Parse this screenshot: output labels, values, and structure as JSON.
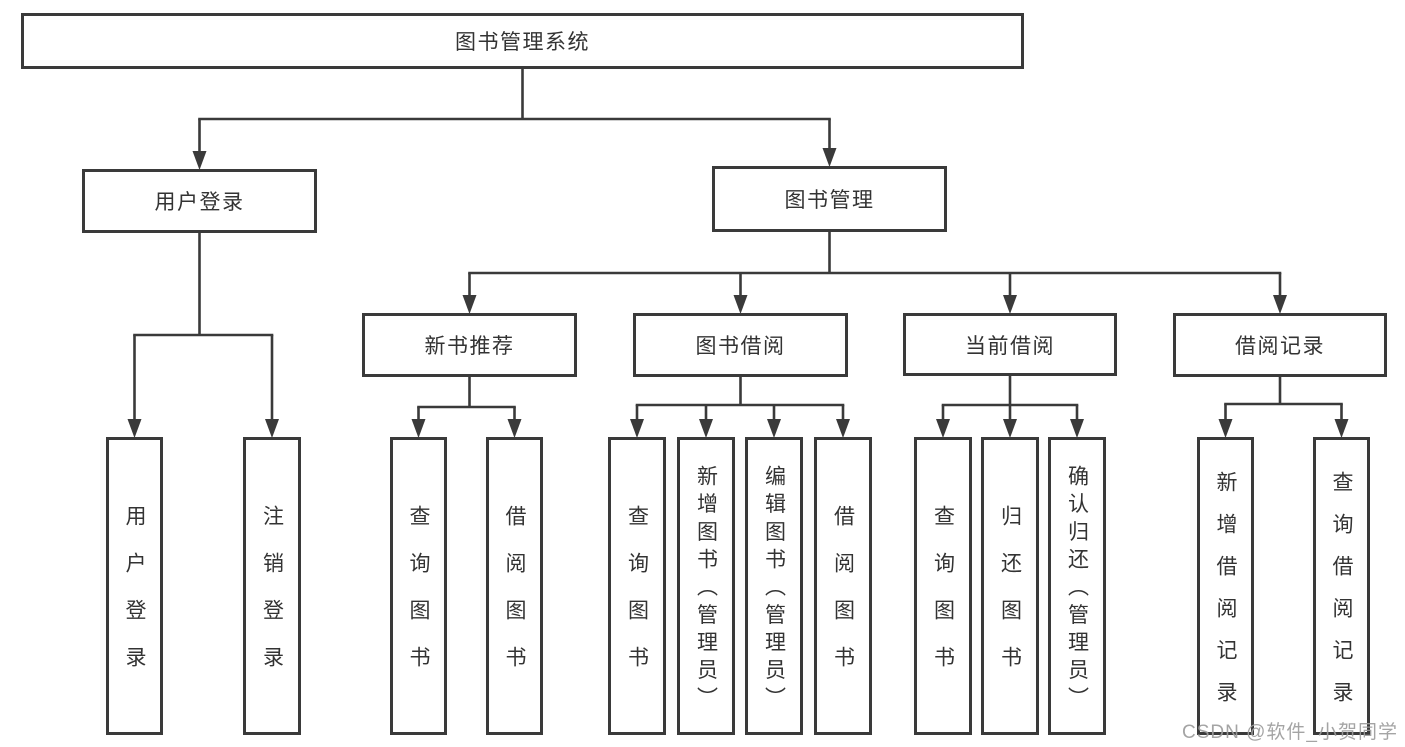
{
  "colors": {
    "line": "#3a3a3a",
    "box_border": "#3a3a3a",
    "text": "#333333",
    "watermark": "#9d9d9d",
    "background": "#ffffff"
  },
  "tree": {
    "label": "图书管理系统",
    "children": [
      {
        "label": "用户登录",
        "children": [
          {
            "label": "用户登录"
          },
          {
            "label": "注销登录"
          }
        ]
      },
      {
        "label": "图书管理",
        "children": [
          {
            "label": "新书推荐",
            "children": [
              {
                "label": "查询图书"
              },
              {
                "label": "借阅图书"
              }
            ]
          },
          {
            "label": "图书借阅",
            "children": [
              {
                "label": "查询图书"
              },
              {
                "label": "新增图书（管理员）"
              },
              {
                "label": "编辑图书（管理员）"
              },
              {
                "label": "借阅图书"
              }
            ]
          },
          {
            "label": "当前借阅",
            "children": [
              {
                "label": "查询图书"
              },
              {
                "label": "归还图书"
              },
              {
                "label": "确认归还（管理员）"
              }
            ]
          },
          {
            "label": "借阅记录",
            "children": [
              {
                "label": "新增借阅记录"
              },
              {
                "label": "查询借阅记录"
              }
            ]
          }
        ]
      }
    ]
  },
  "watermark": {
    "text": "CSDN @软件_小贺同学"
  }
}
